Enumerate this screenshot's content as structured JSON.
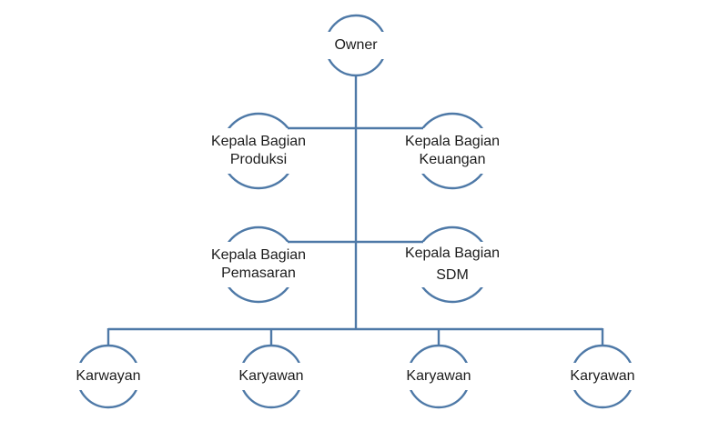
{
  "diagram": {
    "type": "org-chart",
    "colors": {
      "line": "#4e79a7",
      "text": "#1c1c1c"
    },
    "nodes": {
      "owner": {
        "label": "Owner"
      },
      "produksi": {
        "line1": "Kepala Bagian",
        "line2": "Produksi"
      },
      "keuangan": {
        "line1": "Kepala Bagian",
        "line2": "Keuangan"
      },
      "pemasaran": {
        "line1": "Kepala Bagian",
        "line2": "Pemasaran"
      },
      "sdm": {
        "line1": "Kepala Bagian",
        "line2": "SDM"
      },
      "karyawan1": {
        "label": "Karwayan"
      },
      "karyawan2": {
        "label": "Karyawan"
      },
      "karyawan3": {
        "label": "Karyawan"
      },
      "karyawan4": {
        "label": "Karyawan"
      }
    },
    "structure": {
      "root": "Owner",
      "level2": [
        "Kepala Bagian Produksi",
        "Kepala Bagian Keuangan"
      ],
      "level3": [
        "Kepala Bagian Pemasaran",
        "Kepala Bagian SDM"
      ],
      "level4": [
        "Karwayan",
        "Karyawan",
        "Karyawan",
        "Karyawan"
      ]
    }
  }
}
